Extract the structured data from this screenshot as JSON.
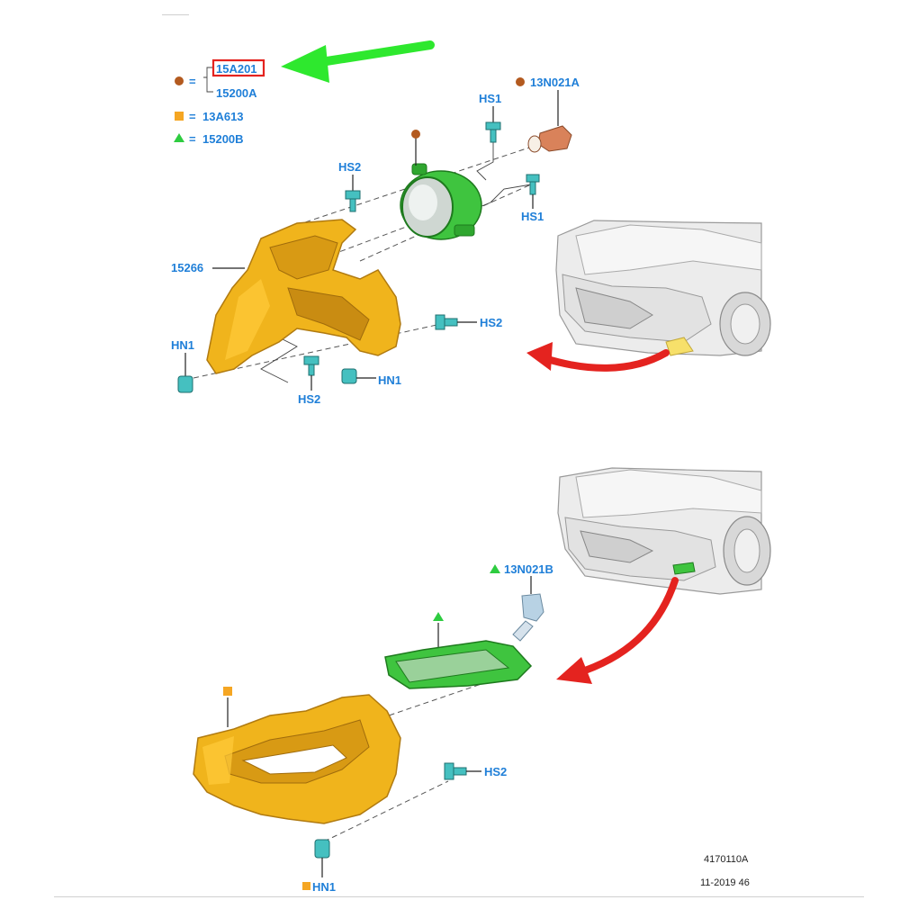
{
  "legend": {
    "brown_part_primary": "15A201",
    "brown_part_secondary": "15200A",
    "square_part": "13A613",
    "triangle_part": "15200B",
    "equals": "="
  },
  "upper_assembly": {
    "bulb_connector": "13N021A",
    "screw_hs1_top": "HS1",
    "screw_hs1_right": "HS1",
    "screw_hs2_top": "HS2",
    "bracket": "15266",
    "screw_hs2_right": "HS2",
    "nut_hn1_left": "HN1",
    "screw_hs2_bottom": "HS2",
    "nut_hn1_bottom": "HN1"
  },
  "lower_assembly": {
    "bulb_connector": "13N021B",
    "screw_hs2": "HS2",
    "nut_hn1": "HN1"
  },
  "caption": {
    "ref": "4170110A",
    "date": "11-2019 46"
  },
  "colors": {
    "label_blue": "#1f7fd8",
    "bracket_yellow": "#f0b41c",
    "lamp_green": "#3fc43f",
    "connector_orange": "#d9825a",
    "fastener_teal": "#45c0c0",
    "arrow_green": "#2ee82e",
    "arrow_red": "#e4231f",
    "highlight_red": "#e4231f",
    "marker_brown": "#b35a1f",
    "marker_orange": "#f5a623",
    "marker_green": "#2ecc40"
  }
}
